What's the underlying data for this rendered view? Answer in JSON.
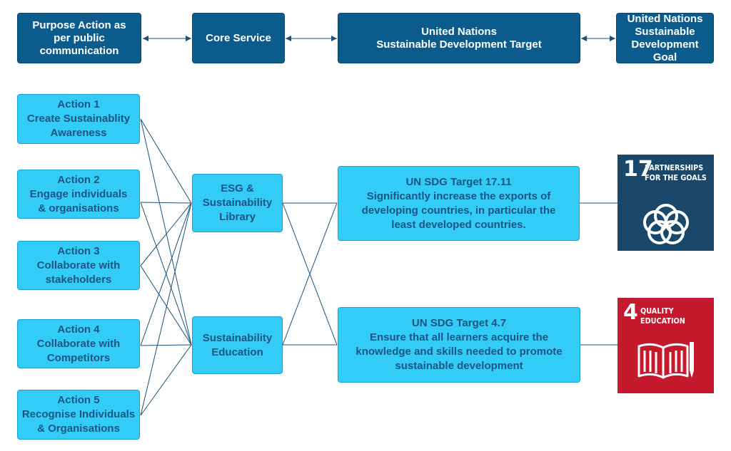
{
  "header": {
    "purpose": [
      "Purpose Action as",
      "per public",
      "communication"
    ],
    "core": [
      "Core Service"
    ],
    "target": [
      "United Nations",
      "Sustainable Development Target"
    ],
    "goal": [
      "United Nations",
      "Sustainable",
      "Development",
      "Goal"
    ]
  },
  "actions": [
    {
      "lines": [
        "Action 1",
        "Create Sustainablity",
        "Awareness"
      ]
    },
    {
      "lines": [
        "Action 2",
        "Engage individuals",
        "& organisations"
      ]
    },
    {
      "lines": [
        "Action 3",
        "Collaborate with",
        "stakeholders"
      ]
    },
    {
      "lines": [
        "Action 4",
        "Collaborate with",
        "Competitors"
      ]
    },
    {
      "lines": [
        "Action 5",
        "Recognise Individuals",
        "& Organisations"
      ]
    }
  ],
  "services": [
    {
      "lines": [
        "ESG &",
        "Sustainability",
        "Library"
      ]
    },
    {
      "lines": [
        "Sustainability",
        "Education"
      ]
    }
  ],
  "targets": [
    {
      "lines": [
        "UN SDG Target 17.11",
        "Significantly increase the exports of",
        "developing countries, in particular  the",
        "least developed countries."
      ]
    },
    {
      "lines": [
        "UN SDG Target 4.7",
        "Ensure that all learners acquire the",
        "knowledge and skills needed to promote",
        "sustainable development"
      ]
    }
  ],
  "goals": [
    {
      "number": "17",
      "title": [
        "PARTNERSHIPS",
        "FOR THE GOALS"
      ],
      "color": "#19486a",
      "icon": "interlocking-rings-icon"
    },
    {
      "number": "4",
      "title": [
        "QUALITY",
        "EDUCATION"
      ],
      "color": "#c5192d",
      "icon": "book-and-pencil-icon"
    }
  ],
  "colors": {
    "header_fill": "#0b5c8c",
    "node_fill": "#33ccf6",
    "node_text": "#1b5585",
    "connector": "#1b4f7a"
  }
}
